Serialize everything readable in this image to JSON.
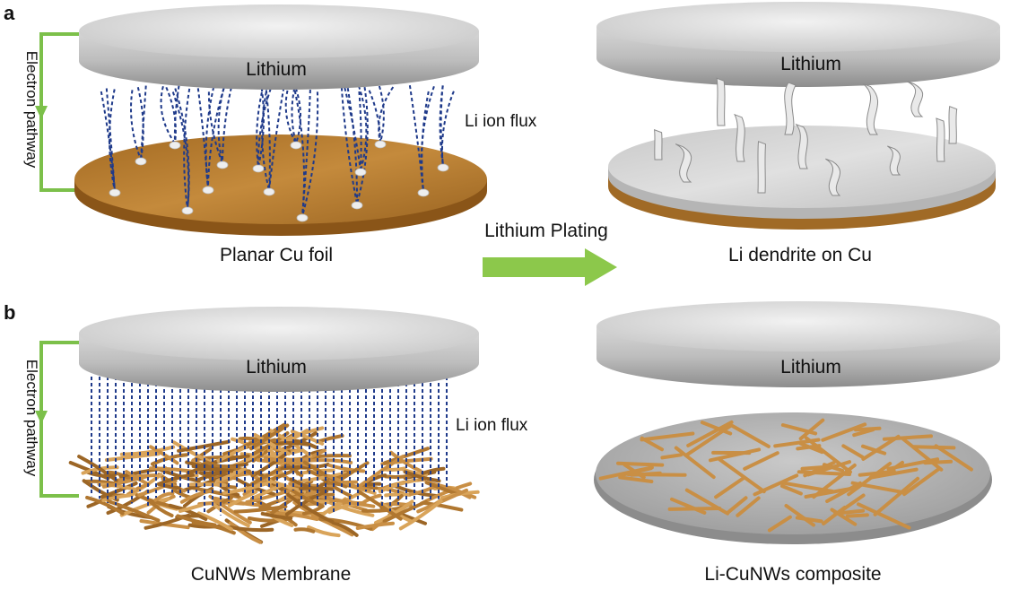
{
  "panels": {
    "a": {
      "letter": "a",
      "left": {
        "disc_label": "Lithium",
        "flux_label": "Li ion flux",
        "pathway_label": "Electron pathway",
        "caption": "Planar Cu foil"
      },
      "right": {
        "disc_label": "Lithium",
        "caption": "Li dendrite on Cu"
      }
    },
    "b": {
      "letter": "b",
      "left": {
        "disc_label": "Lithium",
        "flux_label": "Li ion flux",
        "pathway_label": "Electron pathway",
        "caption": "CuNWs Membrane"
      },
      "right": {
        "disc_label": "Lithium",
        "caption": "Li-CuNWs composite"
      }
    }
  },
  "process": {
    "label": "Lithium Plating"
  },
  "colors": {
    "lithium": "#c9c9c9",
    "copper": "#b87d2e",
    "nanowire": "#c98f45",
    "flux_lines": "#1f3a8a",
    "pathway": "#7cc04a",
    "arrow": "#8cc84b",
    "dendrite": "#e6e6e6"
  }
}
